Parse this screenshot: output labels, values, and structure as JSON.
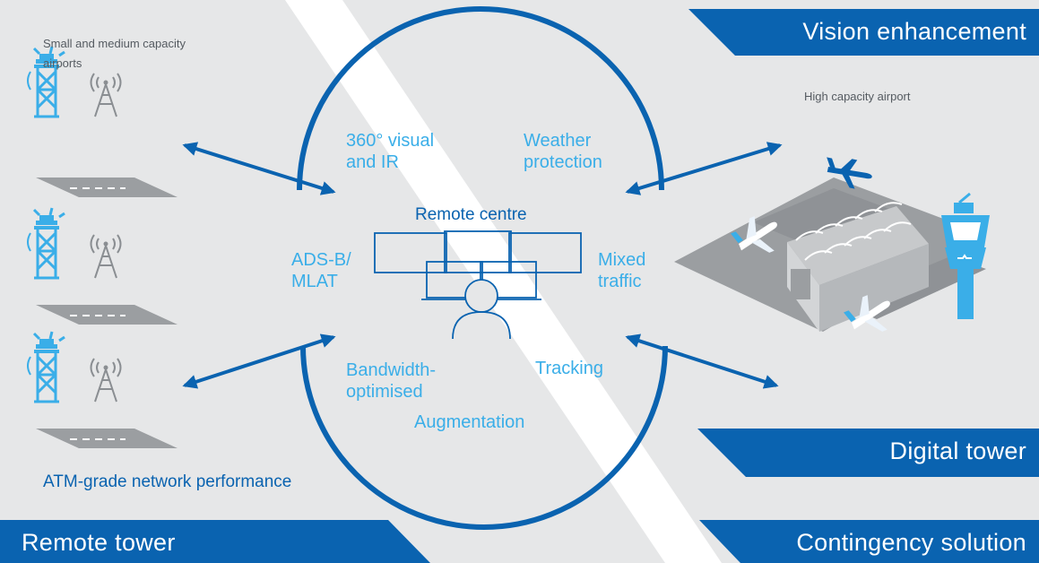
{
  "labels": {
    "small_airports": "Small and medium capacity airports",
    "high_capacity": "High capacity airport",
    "network": "ATM-grade network performance",
    "remote_centre": "Remote centre"
  },
  "features": {
    "visual": "360° visual and IR",
    "weather": "Weather protection",
    "adsb": "ADS-B/ MLAT",
    "mixed": "Mixed traffic",
    "bandwidth": "Bandwidth- optimised",
    "tracking": "Tracking",
    "augmentation": "Augmentation"
  },
  "banners": {
    "vision": "Vision enhancement",
    "digital": "Digital tower",
    "remote": "Remote tower",
    "contingency": "Contingency solution"
  },
  "colors": {
    "dark_blue": "#0a63b0",
    "light_blue": "#3aaee8",
    "panel_grey": "#e6e7e8",
    "runway_grey": "#9b9ea1"
  },
  "icons": [
    "radio-tower-icon",
    "antenna-icon",
    "runway-icon",
    "airplane-icon",
    "control-tower-icon",
    "hangar-icon",
    "operator-icon",
    "monitor-icon"
  ]
}
